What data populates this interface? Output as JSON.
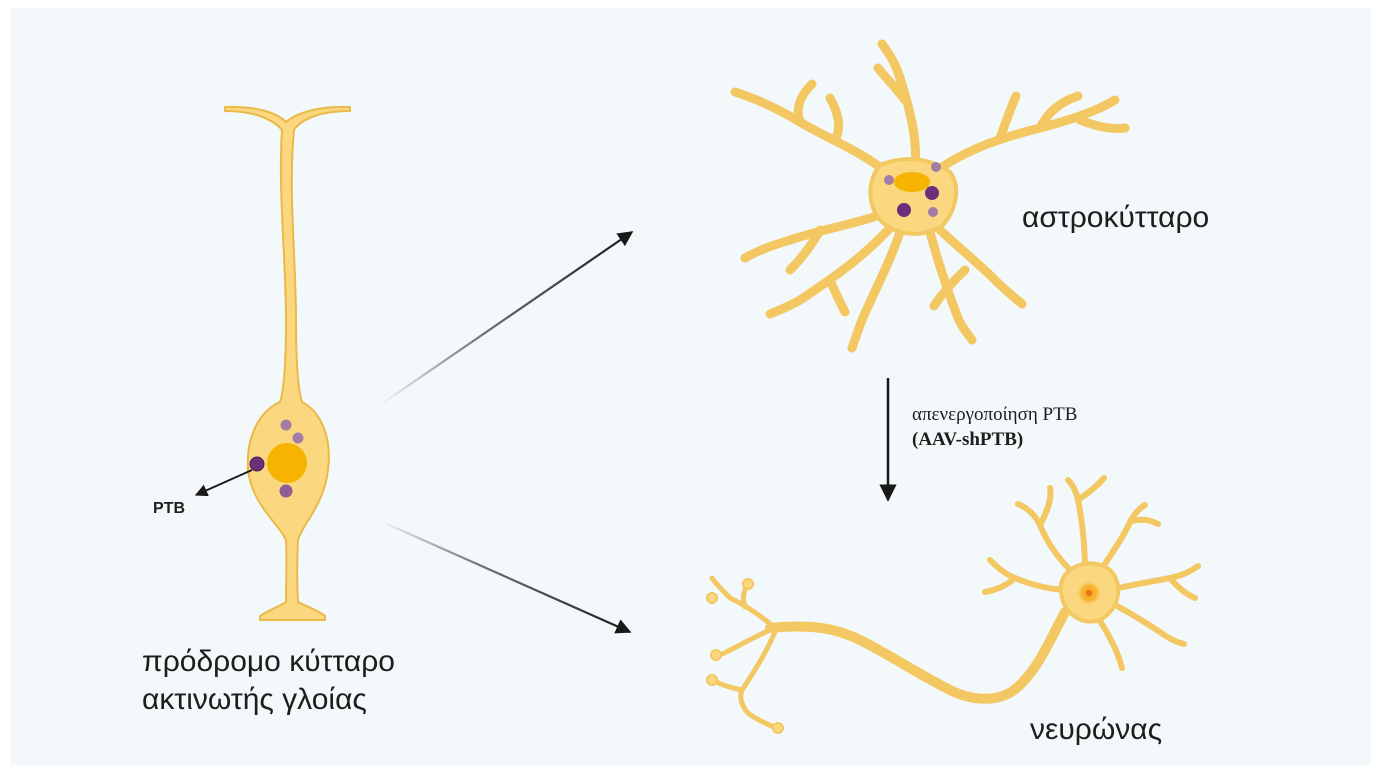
{
  "labels": {
    "radial_glia_line1": "πρόδρομο κύτταρο",
    "radial_glia_line2": "ακτινωτής γλοίας",
    "astrocyte": "αστροκύτταρο",
    "neuron": "νευρώνας",
    "ptb": "PTB",
    "process_line1": "απενεργοποίηση PTB",
    "process_line2": "(AAV-shPTB)"
  },
  "colors": {
    "background": "#f3f8fb",
    "cell_fill": "#fbd87f",
    "cell_stroke": "#e9b949",
    "nucleus": "#f6b400",
    "vesicle_dark": "#6b2f7c",
    "vesicle_light": "#a47ca6",
    "arrow": "#1a1a1a"
  }
}
